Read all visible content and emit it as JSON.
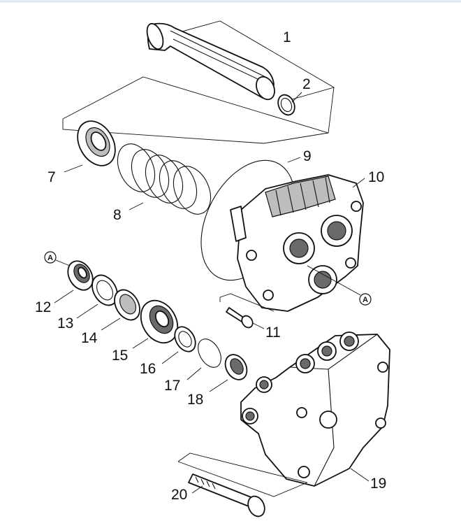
{
  "callouts": {
    "c1": "1",
    "c2": "2",
    "c7": "7",
    "c8": "8",
    "c9": "9",
    "c10": "10",
    "c11": "11",
    "c12": "12",
    "c13": "13",
    "c14": "14",
    "c15": "15",
    "c16": "16",
    "c17": "17",
    "c18": "18",
    "c19": "19",
    "c20": "20"
  },
  "reference_marker": "A"
}
